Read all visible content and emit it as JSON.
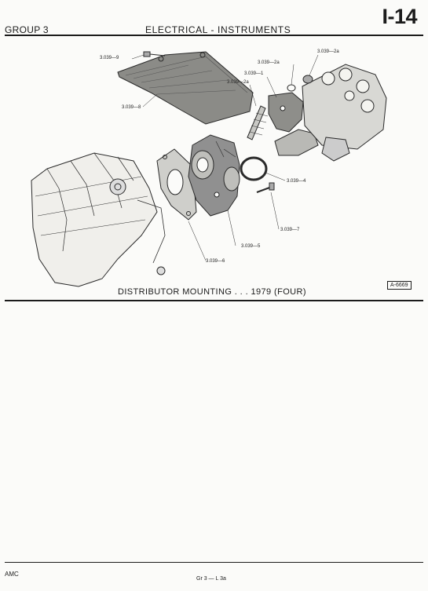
{
  "header": {
    "group": "GROUP 3",
    "section": "ELECTRICAL - INSTRUMENTS",
    "page_number": "I-14"
  },
  "figure": {
    "caption": "DISTRIBUTOR MOUNTING . . . 1979 (FOUR)",
    "figure_ref": "A-6669",
    "callouts": [
      "3.039—9",
      "3.039—2a",
      "3.039—2a",
      "3.039—1",
      "3.039—2a",
      "3.039—8",
      "3.039—4",
      "3.039—7",
      "3.039—5",
      "3.039—6"
    ]
  },
  "footer": {
    "left": "AMC",
    "center": "Gr 3 — L 3a"
  }
}
